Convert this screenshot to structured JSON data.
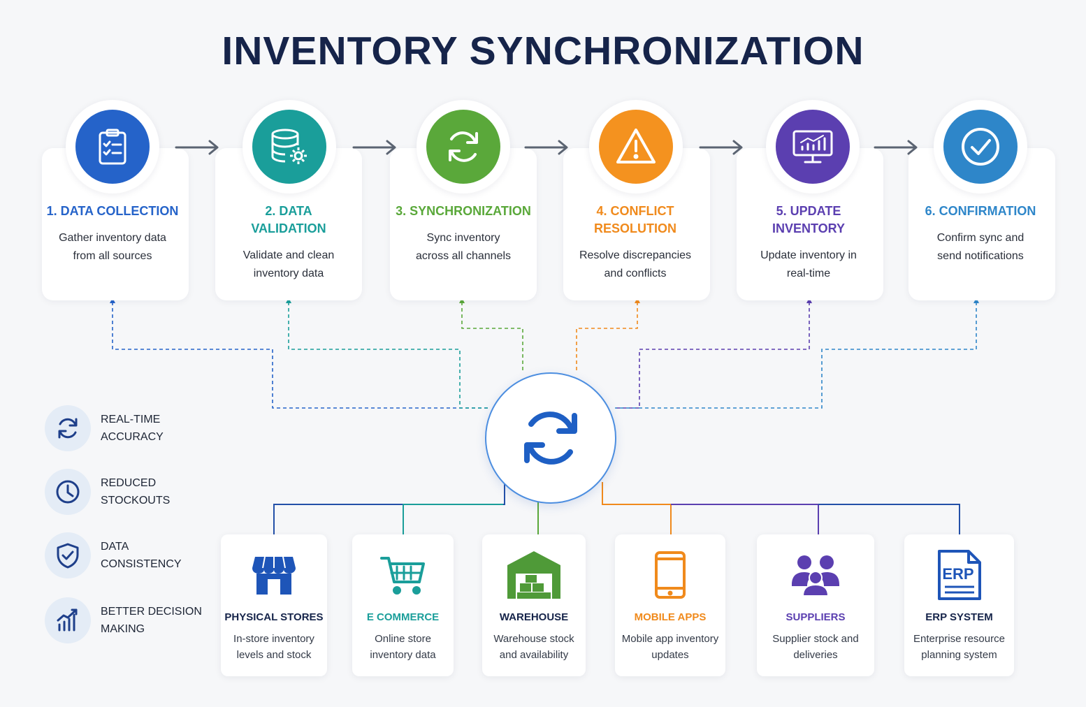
{
  "title": "INVENTORY SYNCHRONIZATION",
  "colors": {
    "navy": "#16244a",
    "blue": "#2563c9",
    "teal": "#1a9e9a",
    "green": "#5aa83a",
    "orange": "#f08a1c",
    "purple": "#5b3fb0",
    "sky": "#2e86c9"
  },
  "steps": [
    {
      "title": "1. DATA COLLECTION",
      "desc": "Gather inventory data from all sources",
      "icon": "clipboard-checklist-icon",
      "color": "#2563c9"
    },
    {
      "title": "2. DATA VALIDATION",
      "desc": "Validate and clean inventory data",
      "icon": "database-gear-icon",
      "color": "#1a9e9a"
    },
    {
      "title": "3. SYNCHRONIZATION",
      "desc": "Sync inventory across all channels",
      "icon": "sync-arrows-icon",
      "color": "#5aa83a"
    },
    {
      "title": "4. CONFLICT RESOLUTION",
      "desc": "Resolve discrepancies and conflicts",
      "icon": "warning-triangle-icon",
      "color": "#f08a1c"
    },
    {
      "title": "5. UPDATE INVENTORY",
      "desc": "Update inventory in real-time",
      "icon": "monitor-chart-icon",
      "color": "#5b3fb0"
    },
    {
      "title": "6. CONFIRMATION",
      "desc": "Confirm sync and send notifications",
      "icon": "check-circle-icon",
      "color": "#2e86c9"
    }
  ],
  "benefits": [
    {
      "label": "REAL-TIME ACCURACY",
      "icon": "refresh-icon"
    },
    {
      "label": "REDUCED STOCKOUTS",
      "icon": "clock-icon"
    },
    {
      "label": "DATA CONSISTENCY",
      "icon": "shield-check-icon"
    },
    {
      "label": "BETTER DECISION MAKING",
      "icon": "bar-chart-trend-icon"
    }
  ],
  "hub": {
    "icon": "sync-hub-icon"
  },
  "sources": [
    {
      "title": "PHYSICAL STORES",
      "desc": "In-store inventory levels and stock",
      "icon": "storefront-icon",
      "color": "#16244a"
    },
    {
      "title": "E COMMERCE",
      "desc": "Online store inventory data",
      "icon": "shopping-cart-icon",
      "color": "#1a9e9a"
    },
    {
      "title": "WAREHOUSE",
      "desc": "Warehouse stock and availability",
      "icon": "warehouse-icon",
      "color": "#16244a"
    },
    {
      "title": "MOBILE APPS",
      "desc": "Mobile app inventory updates",
      "icon": "smartphone-icon",
      "color": "#f08a1c"
    },
    {
      "title": "SUPPLIERS",
      "desc": "Supplier stock and deliveries",
      "icon": "people-group-icon",
      "color": "#5b3fb0"
    },
    {
      "title": "ERP SYSTEM",
      "desc": "Enterprise resource planning system",
      "icon": "erp-document-icon",
      "color": "#16244a",
      "icon_text": "ERP"
    }
  ]
}
